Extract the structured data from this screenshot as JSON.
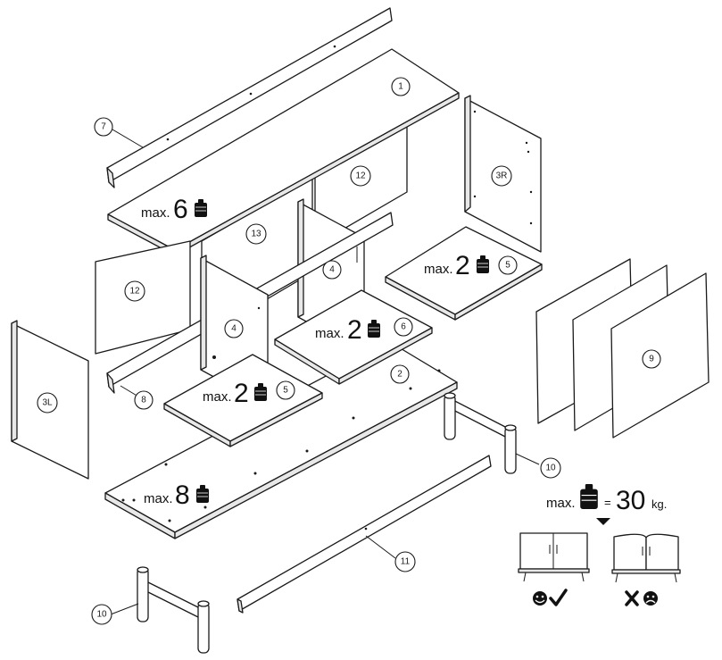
{
  "parts": {
    "p1": "1",
    "p2": "2",
    "p3L": "3L",
    "p3R": "3R",
    "p4a": "4",
    "p4b": "4",
    "p5a": "5",
    "p5b": "5",
    "p6": "6",
    "p7": "7",
    "p8": "8",
    "p9": "9",
    "p10a": "10",
    "p10b": "10",
    "p11": "11",
    "p12a": "12",
    "p12b": "12",
    "p13": "13"
  },
  "loads": {
    "max_word": "max.",
    "top": "6",
    "shelf_right": "2",
    "shelf_mid": "2",
    "shelf_left": "2",
    "bottom": "8",
    "total_eq": "=",
    "total_value": "30",
    "total_unit": "kg."
  },
  "icons": {
    "weight": "weight-icon",
    "ok": "smiley-check-icon",
    "bad": "cross-sad-icon"
  }
}
